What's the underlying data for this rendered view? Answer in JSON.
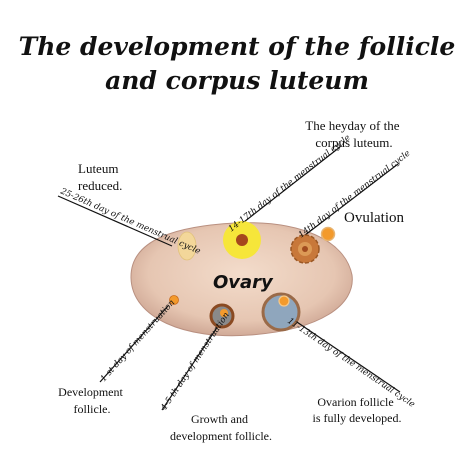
{
  "title": {
    "line1": "The development of the follicle",
    "line2": "and corpus luteum"
  },
  "ovary_label": "Ovary",
  "stage_labels": {
    "luteum_reduced": [
      "Luteum",
      "reduced."
    ],
    "heyday": [
      "The heyday of the",
      "corpus luteum."
    ],
    "ovulation": "Ovulation",
    "development_follicle": [
      "Development",
      "follicle."
    ],
    "growth": [
      "Growth  and",
      "development follicle."
    ],
    "fully_developed": [
      "Ovarion follicle",
      "is fully developed."
    ]
  },
  "day_labels": {
    "luteum_reduced": "25-26th day of the menstrual cycle",
    "heyday": "14-17th day of the menstrual cycle",
    "ovulation": "14th day of the menstrual cycle",
    "first_day": "1 st day of menstruation",
    "growth": "4-5 th day of menstruation",
    "fully_developed": "11-13th day of the menstrual cycle"
  },
  "colors": {
    "ovary_fill": "#e9cdbb",
    "ovary_edge": "#a88478",
    "follicle_orange": "#f39a2c",
    "follicle_rim": "#c96a1a",
    "corpus_luteum": "#f6e63a",
    "luteum_faded": "#f3d79a",
    "ovulated_follicle": "#c8783a",
    "developed_follicle": "#8fa6bd",
    "growth_follicle": "#9a6a48"
  }
}
